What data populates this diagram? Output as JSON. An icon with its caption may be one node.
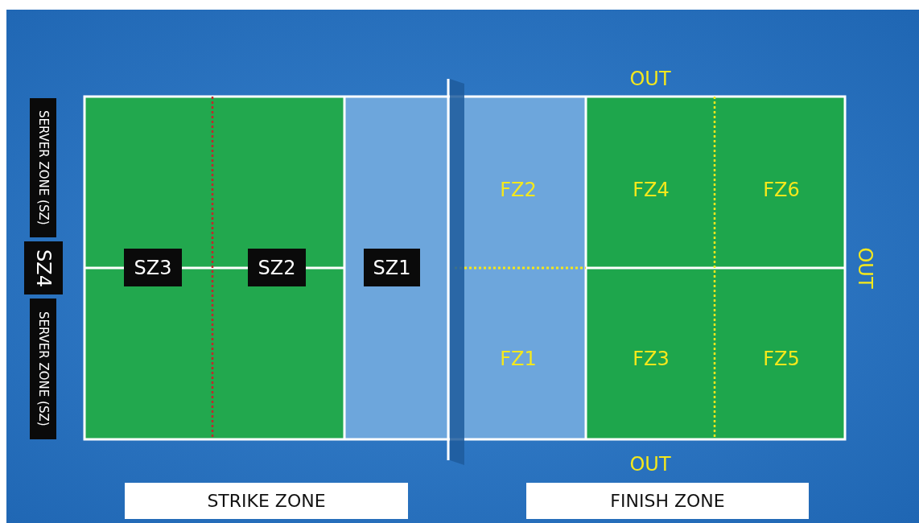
{
  "diagram": {
    "nodes": [
      {
        "text": [
          "SERVER ZONE (SZ)"
        ]
      },
      {
        "text": [
          "SZ4"
        ]
      },
      {
        "text": [
          "SERVER ZONE (SZ)"
        ]
      },
      {
        "text": [
          "SZ3"
        ]
      },
      {
        "text": [
          "SZ2"
        ]
      },
      {
        "text": [
          "SZ1"
        ]
      },
      {
        "text": [
          "STRIKE ZONE"
        ]
      },
      {
        "text": [
          "FINISH ZONE"
        ]
      }
    ],
    "labels": [
      "OUT",
      "FZ2",
      "FZ4",
      "FZ6",
      "OUT",
      "FZ1",
      "FZ3",
      "FZ5",
      "OUT"
    ]
  }
}
